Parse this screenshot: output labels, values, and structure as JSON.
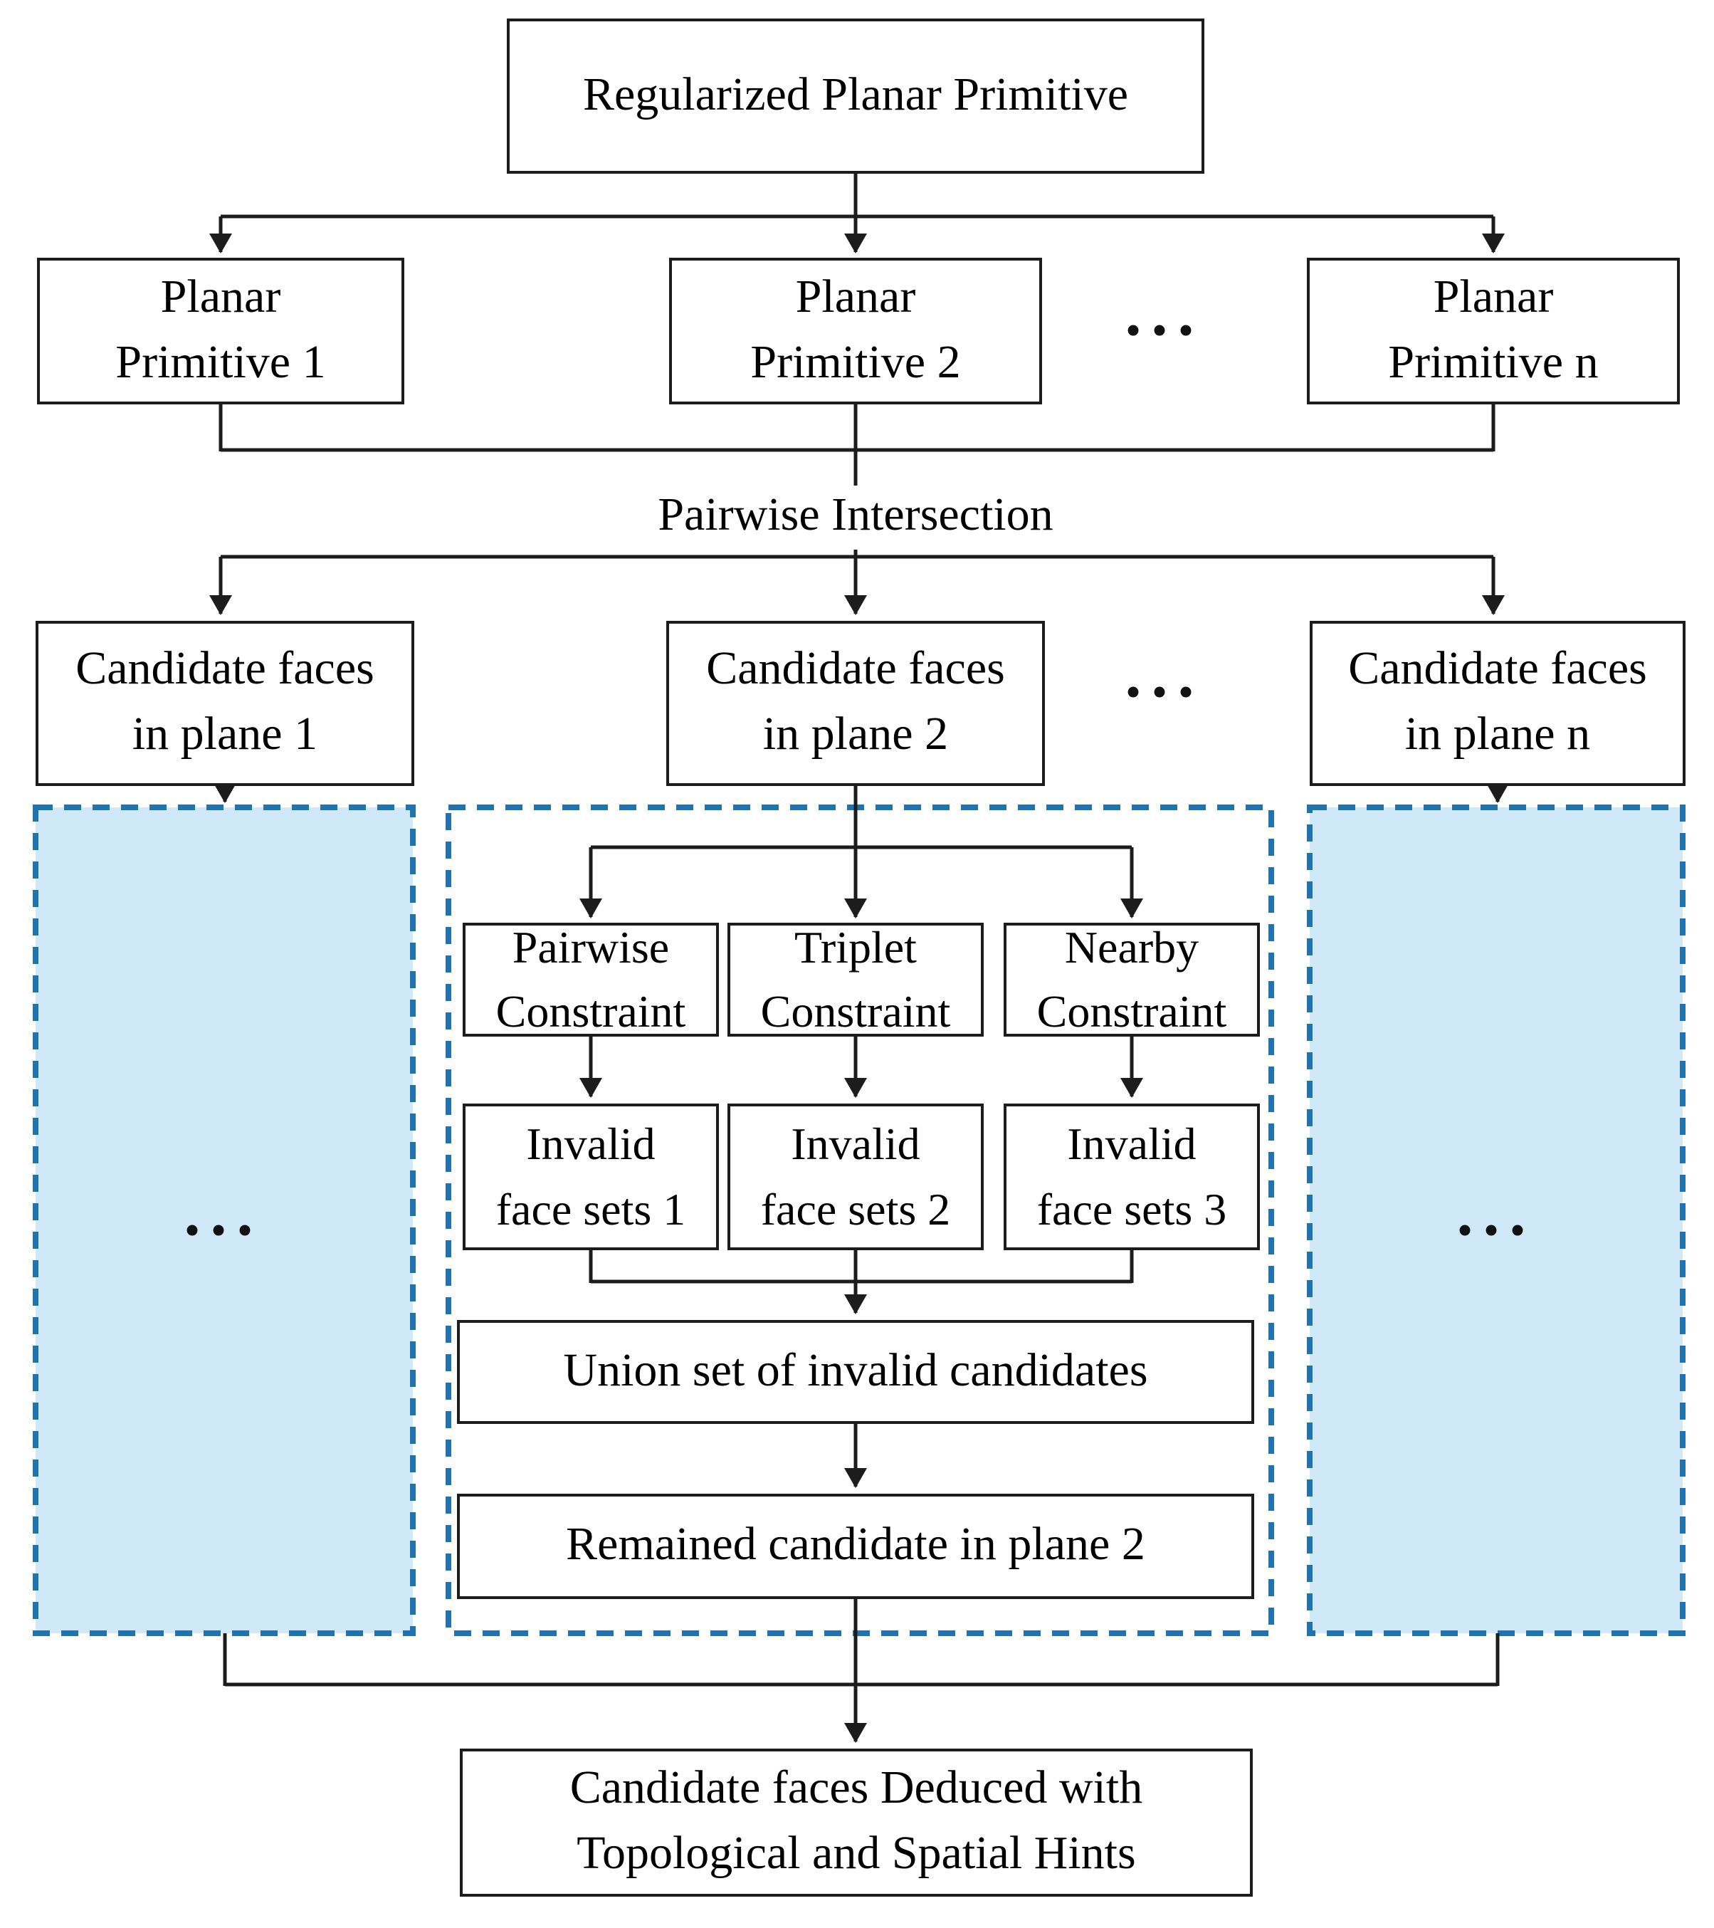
{
  "nodes": {
    "regularized": "Regularized Planar Primitive",
    "planar_1": "Planar\nPrimitive 1",
    "planar_2": "Planar\nPrimitive 2",
    "planar_n": "Planar\nPrimitive n",
    "pairwise_intersection": "Pairwise Intersection",
    "candidate_1": "Candidate faces\nin plane 1",
    "candidate_2": "Candidate faces\nin plane 2",
    "candidate_n": "Candidate faces\nin plane n",
    "pairwise_constraint": "Pairwise\nConstraint",
    "triplet_constraint": "Triplet\nConstraint",
    "nearby_constraint": "Nearby\nConstraint",
    "invalid_1": "Invalid\nface sets 1",
    "invalid_2": "Invalid\nface sets 2",
    "invalid_3": "Invalid\nface sets 3",
    "union_set": "Union set of invalid candidates",
    "remained": "Remained candidate in plane 2",
    "deduced": "Candidate faces Deduced with\nTopological and Spatial Hints",
    "ellipsis": "..."
  },
  "colors": {
    "region_fill": "#cfe9f8",
    "region_border": "#2173ae",
    "line": "#1c1c1c",
    "text": "#000000",
    "background": "#ffffff"
  }
}
